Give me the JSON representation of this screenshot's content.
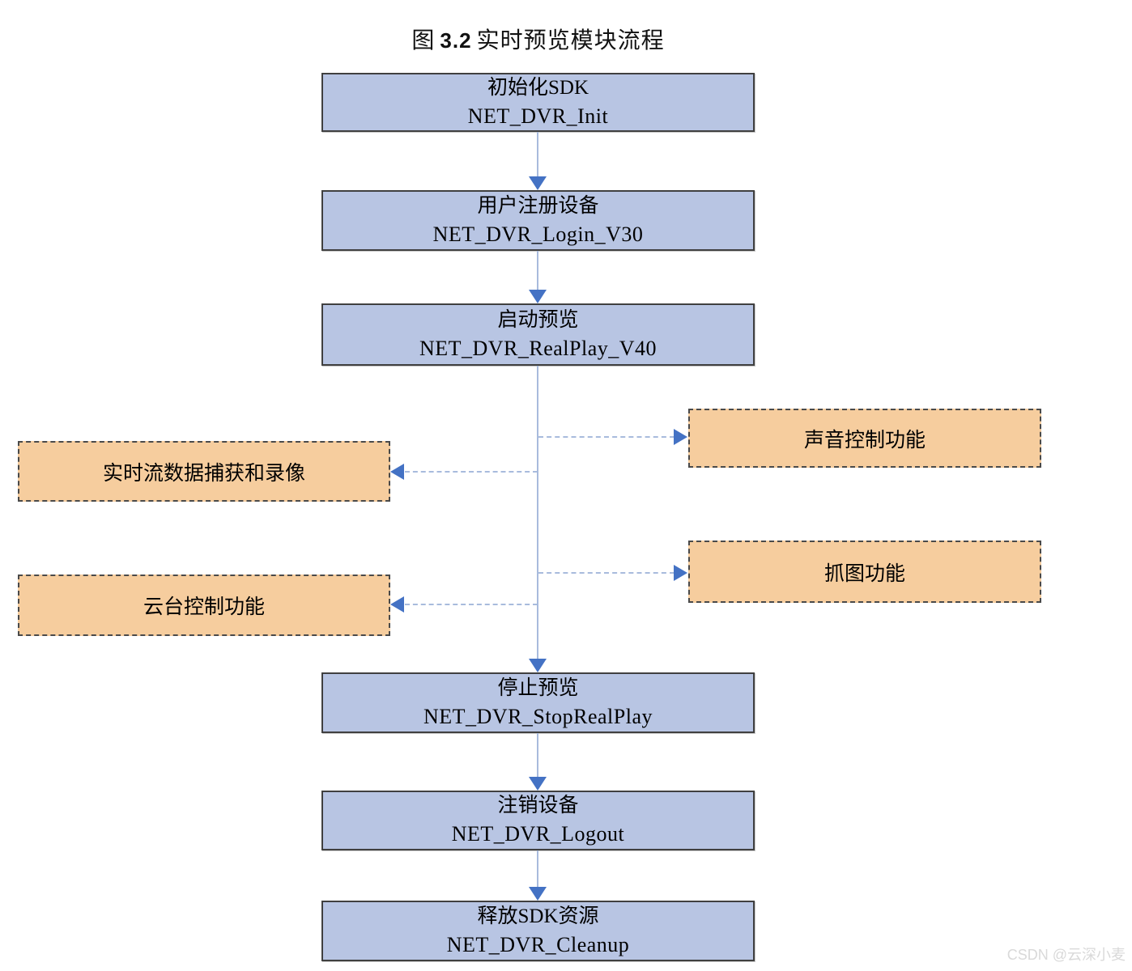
{
  "title": {
    "prefix": "图",
    "number": "3.2",
    "text": "实时预览模块流程"
  },
  "flow": {
    "nodes": [
      {
        "label": "初始化SDK",
        "api": "NET_DVR_Init"
      },
      {
        "label": "用户注册设备",
        "api": "NET_DVR_Login_V30"
      },
      {
        "label": "启动预览",
        "api": "NET_DVR_RealPlay_V40"
      },
      {
        "label": "停止预览",
        "api": "NET_DVR_StopRealPlay"
      },
      {
        "label": "注销设备",
        "api": "NET_DVR_Logout"
      },
      {
        "label": "释放SDK资源",
        "api": "NET_DVR_Cleanup"
      }
    ],
    "features": [
      {
        "label": "声音控制功能",
        "side": "right"
      },
      {
        "label": "实时流数据捕获和录像",
        "side": "left"
      },
      {
        "label": "抓图功能",
        "side": "right"
      },
      {
        "label": "云台控制功能",
        "side": "left"
      }
    ]
  },
  "colors": {
    "process_fill": "#b8c5e3",
    "process_border": "#404040",
    "feature_fill": "#f6cd9e",
    "feature_border": "#4a4a4a",
    "connector_line": "#a8bbdd",
    "arrowhead": "#4472c4"
  },
  "watermark": "CSDN @云深小麦"
}
